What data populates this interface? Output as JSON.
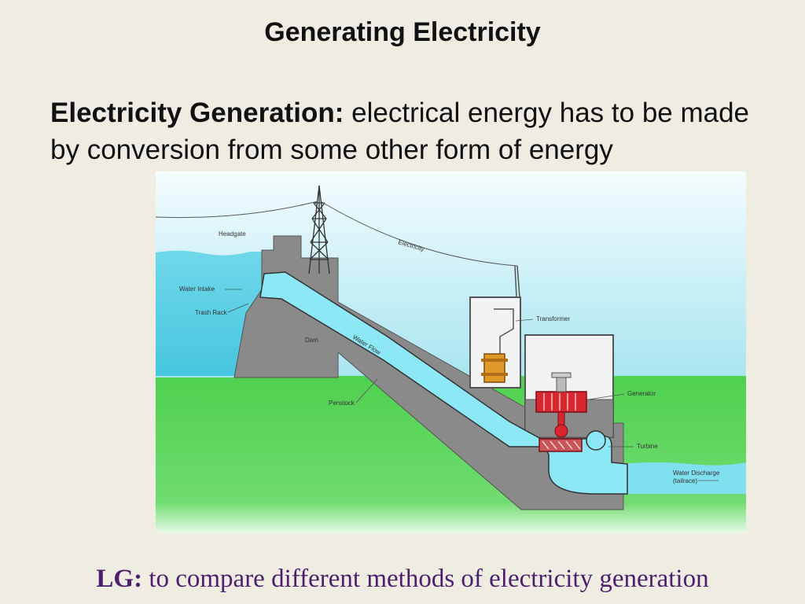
{
  "slide": {
    "title": "Generating Electricity",
    "definition_term": "Electricity Generation:",
    "definition_text": " electrical energy has to be made by conversion from some other form of energy",
    "learning_goal_label": "LG:",
    "learning_goal_text": " to compare different methods of electricity generation"
  },
  "diagram": {
    "labels": {
      "headgate": "Headgate",
      "water_intake": "Water Intake",
      "trash_rack": "Trash Rack",
      "dam": "Dam",
      "water_flow": "Water Flow",
      "penstock": "Penstock",
      "electricity": "Electricity",
      "transformer": "Transformer",
      "generator": "Generator",
      "turbine": "Turbine",
      "water_discharge": "Water Discharge",
      "tailrace": "(tailrace)"
    },
    "colors": {
      "sky_top": "#ffffff",
      "sky_bottom": "#6fd3e6",
      "ground": "#5bd65b",
      "concrete": "#8a8a8a",
      "water": "#8de8f5",
      "generator": "#d9262e",
      "transformer": "#e09a2a"
    }
  }
}
